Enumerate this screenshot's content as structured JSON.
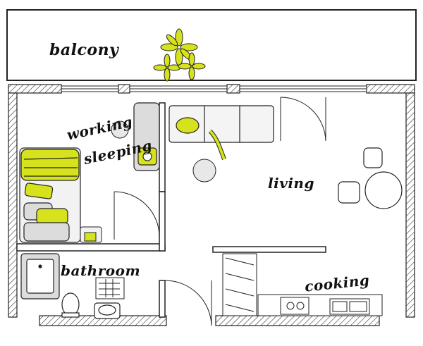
{
  "labels": {
    "balcony": "balcony",
    "working": "working",
    "sleeping": "sleeping",
    "living": "living",
    "bathroom": "bathroom",
    "cooking": "cooking"
  },
  "colors": {
    "accent": "#d6e21c",
    "wall_line": "#222222",
    "furniture_fill": "#dcdcdc",
    "background": "#ffffff"
  }
}
